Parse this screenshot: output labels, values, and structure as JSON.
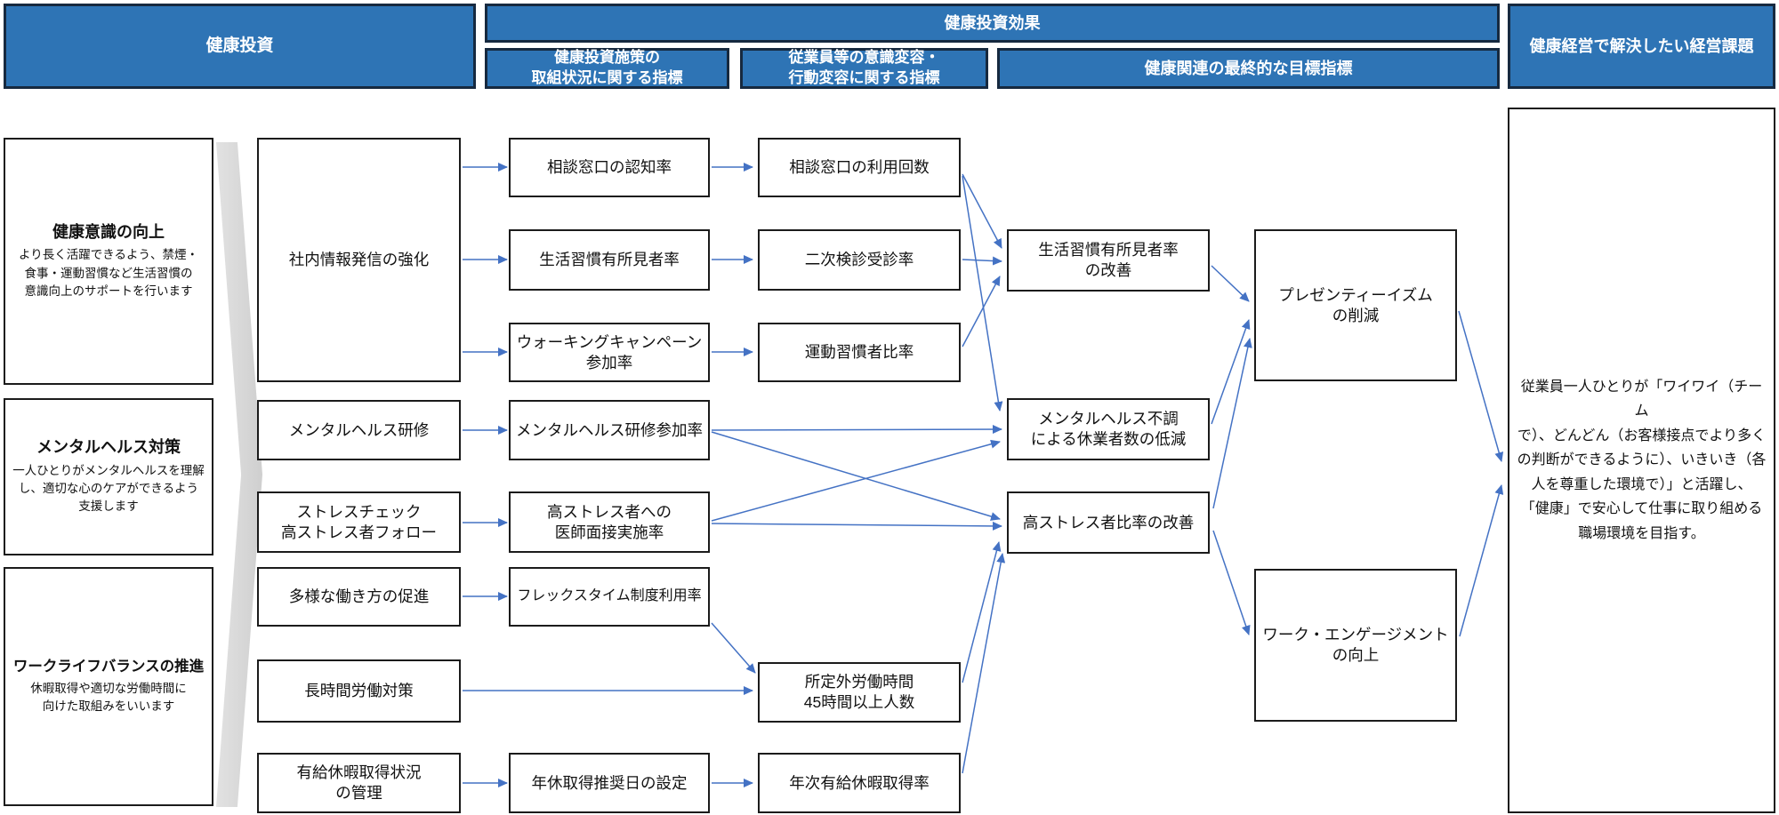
{
  "title_headers": {
    "investment": "健康投資",
    "investment_effect": "健康投資効果",
    "sub_initiative_status": "健康投資施策の\n取組状況に関する指標",
    "sub_awareness_behavior": "従業員等の意識変容・\n行動変容に関する指標",
    "sub_final_targets": "健康関連の最終的な目標指標",
    "management_issues": "健康経営で解決したい経営課題"
  },
  "health_issues": [
    {
      "title": "健康意識の向上",
      "description": "より長く活躍できるよう、禁煙・\n食事・運動習慣など生活習慣の\n意識向上のサポートを行います"
    },
    {
      "title": "メンタルヘルス対策",
      "description": "一人ひとりがメンタルヘルスを理解\nし、適切な心のケアができるよう\n支援します"
    },
    {
      "title": "ワークライフバランスの推進",
      "description": "休暇取得や適切な労働時間に\n向けた取組みをいいます"
    }
  ],
  "investment_measures": [
    "社内情報発信の強化",
    "メンタルヘルス研修",
    "ストレスチェック\n高ストレス者フォロー",
    "多様な働き方の促進",
    "長時間労働対策",
    "有給休暇取得状況\nの管理"
  ],
  "initiative_status_indicators": [
    "相談窓口の認知率",
    "生活習慣有所見者率",
    "ウォーキングキャンペーン\n参加率",
    "メンタルヘルス研修参加率",
    "高ストレス者への\n医師面接実施率",
    "フレックスタイム制度利用率",
    "年休取得推奨日の設定"
  ],
  "awareness_behavior_indicators": [
    "相談窓口の利用回数",
    "二次検診受診率",
    "運動習慣者比率",
    "所定外労働時間\n45時間以上人数",
    "年次有給休暇取得率"
  ],
  "final_health_targets": [
    "生活習慣有所見者率\nの改善",
    "メンタルヘルス不調\nによる休業者数の低減",
    "高ストレス者比率の改善"
  ],
  "outcome_targets": [
    "プレゼンティーイズム\nの削減",
    "ワーク・エンゲージメント\nの向上"
  ],
  "management_goal": "従業員一人ひとりが「ワイワイ（チーム\nで）、どんどん（お客様接点でより多く\nの判断ができるように）、いきいき（各\n人を尊重した環境で）」と活躍し、\n「健康」で安心して仕事に取り組める\n職場環境を目指す。",
  "colors": {
    "header_blue": "#2E74B5",
    "arrow_blue": "#4472C4",
    "gray_arrow": "#D7D7D7",
    "box_border": "#1b1b1b"
  }
}
